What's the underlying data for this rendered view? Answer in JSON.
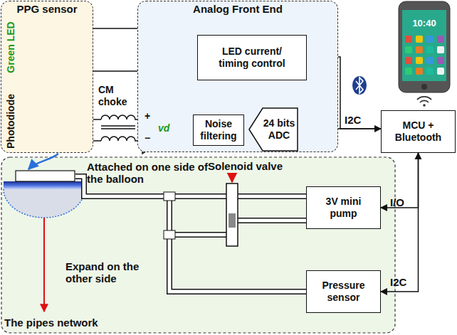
{
  "diagram": {
    "nodes": [
      {
        "text": [
          "PPG sensor"
        ]
      },
      {
        "text": [
          "Analog Front End"
        ]
      },
      {
        "text": [
          "LED current/ timing control"
        ],
        "in": 1
      },
      {
        "text": [
          "Noise filtering"
        ],
        "in": 1
      },
      {
        "text": [
          "24 bits ADC"
        ],
        "in": 1
      },
      {
        "text": [
          "MCU + Bluetooth"
        ]
      },
      {
        "text": [
          "3V mini pump"
        ]
      },
      {
        "text": [
          "Pressure sensor"
        ]
      }
    ],
    "edges": [
      {
        "from": 4,
        "to": 5,
        "arrow": "both",
        "label": "I2C"
      },
      {
        "from": 5,
        "to": 2,
        "arrow": "to"
      },
      {
        "from": 3,
        "to": 4,
        "arrow": "none"
      },
      {
        "from": 5,
        "to": 6,
        "arrow": "to",
        "label": "I/O"
      },
      {
        "from": 7,
        "to": 5,
        "arrow": "both",
        "label": "I2C"
      }
    ],
    "labels": [
      "Green LED",
      "Photodiode",
      "CM choke",
      "+",
      "−",
      "vd",
      "10:40",
      "Attached on one side of the balloon",
      "Solenoid valve",
      "Expand on the other side",
      "The pipes network"
    ]
  }
}
